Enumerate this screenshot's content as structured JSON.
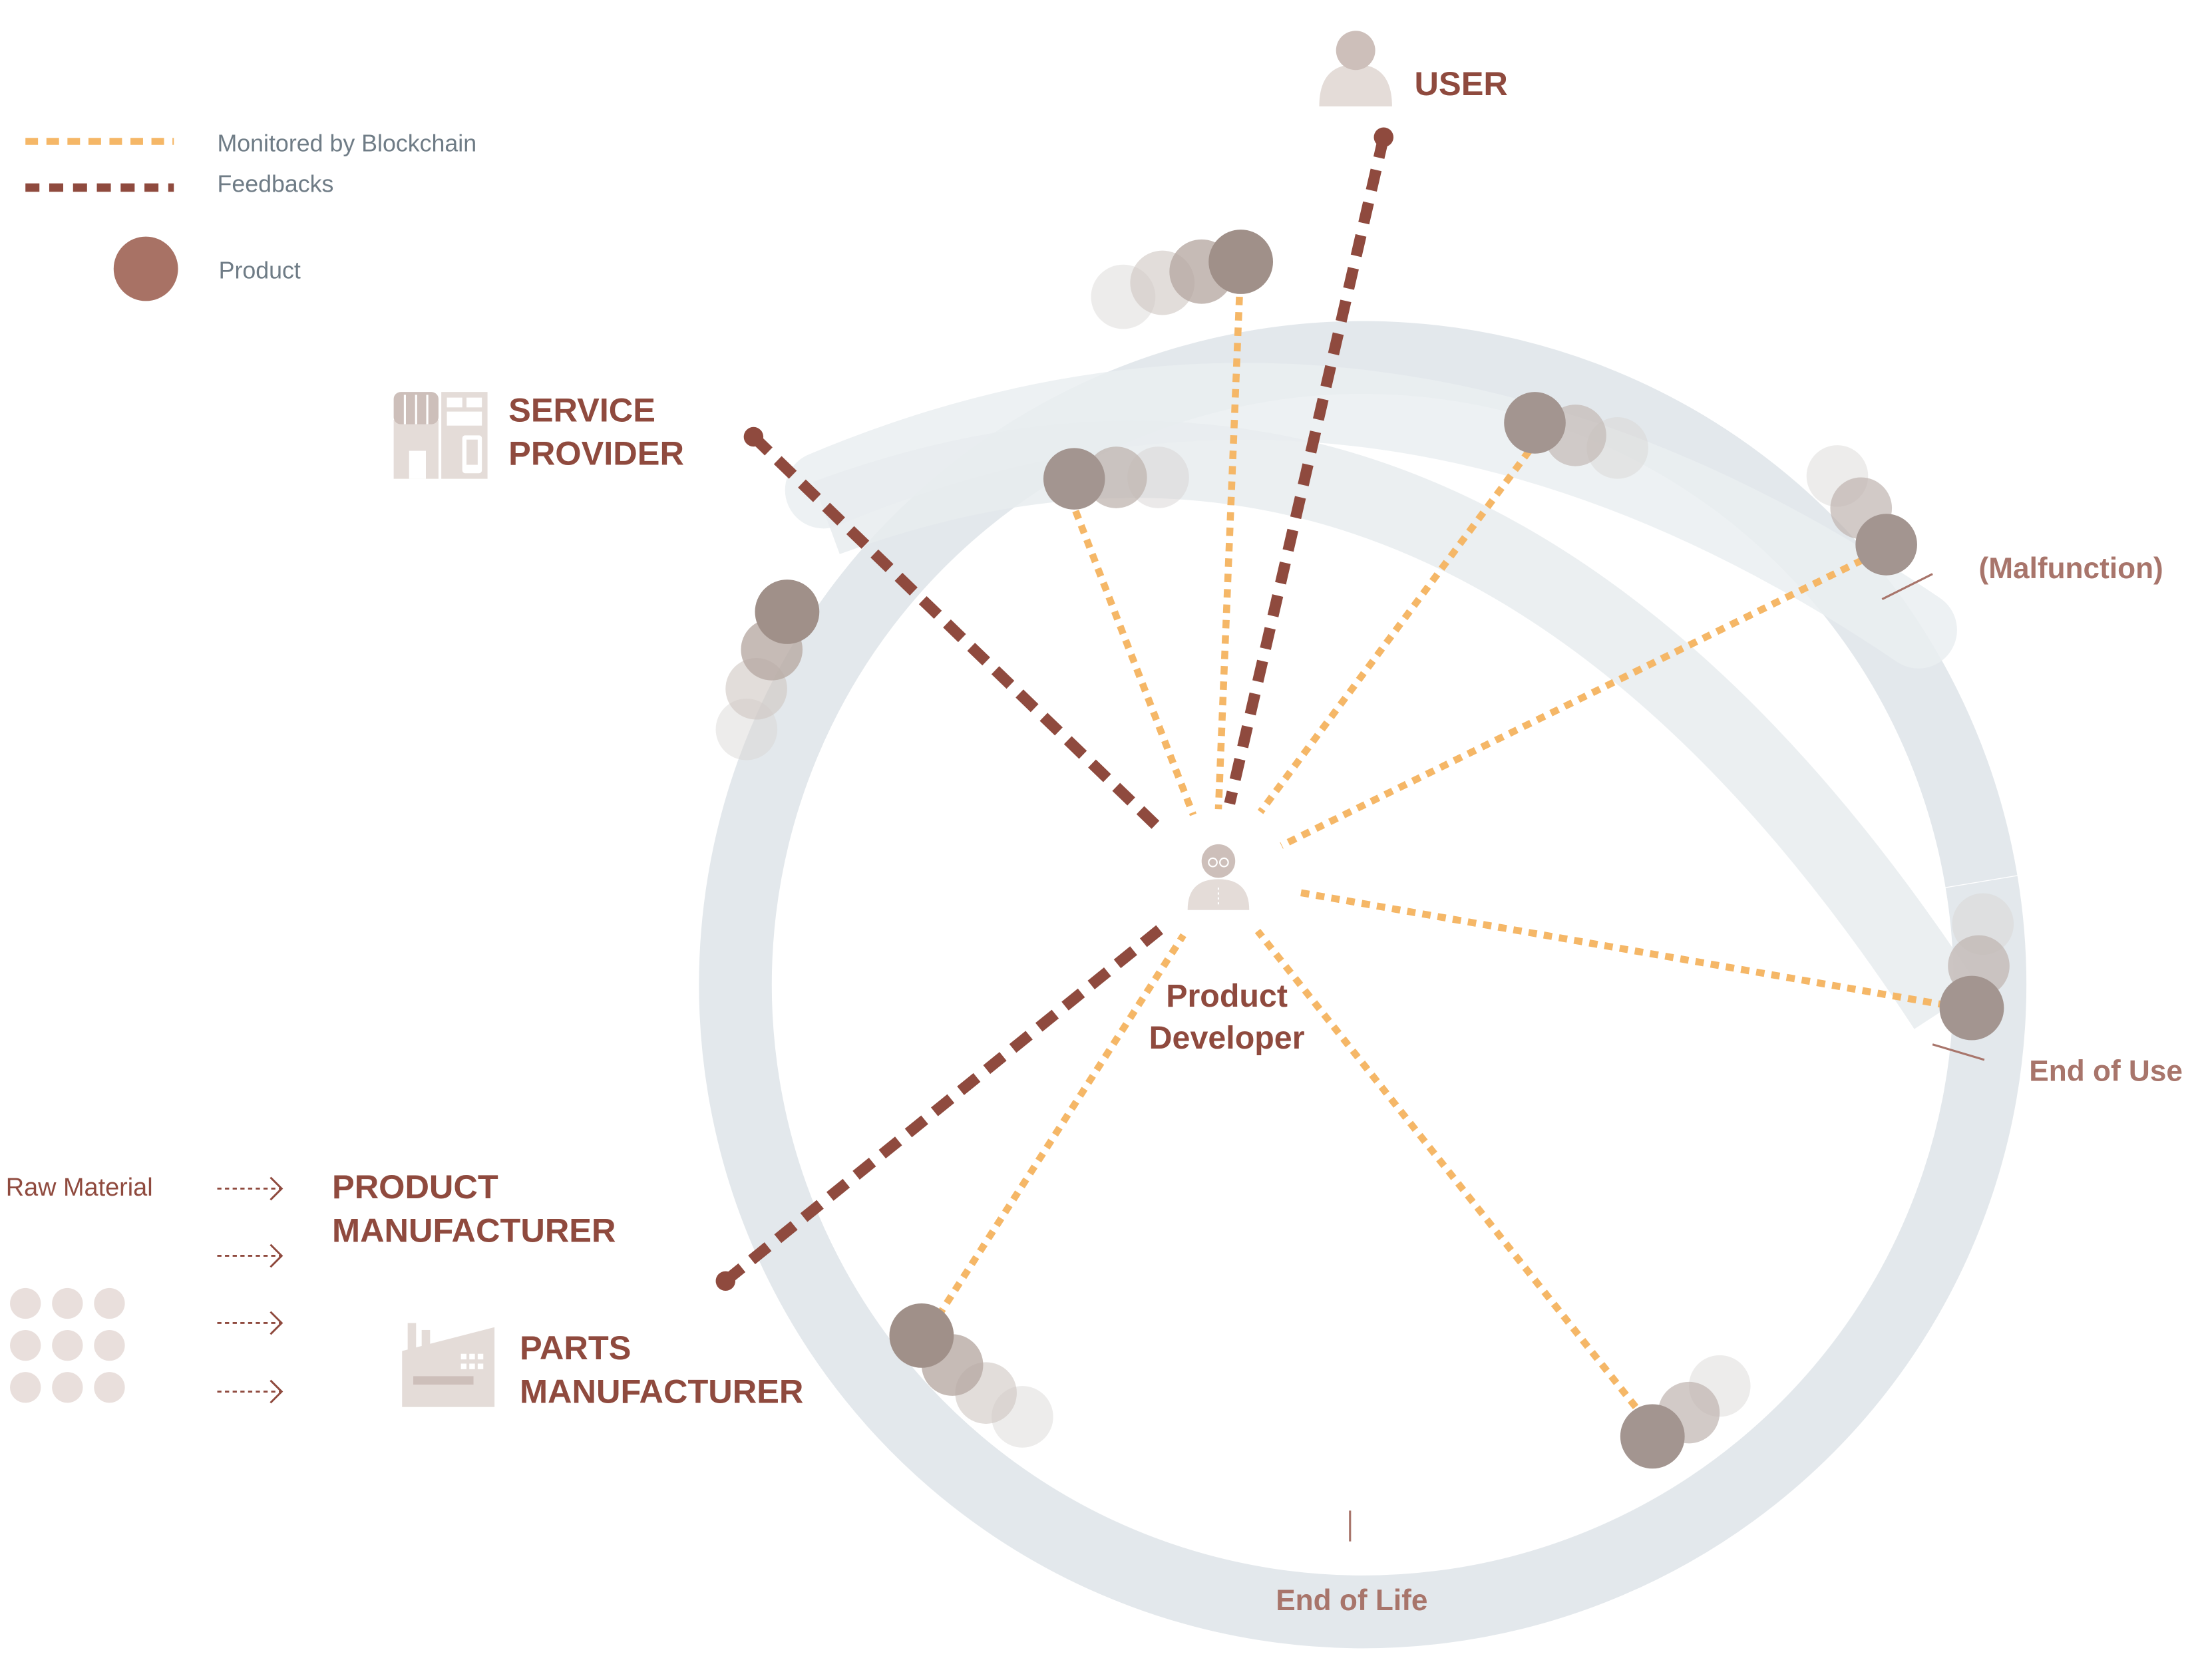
{
  "legend": {
    "blockchain_label": "Monitored by Blockchain",
    "feedback_label": "Feedbacks",
    "product_label": "Product"
  },
  "actors": {
    "user": "USER",
    "service_provider_line1": "SERVICE",
    "service_provider_line2": "PROVIDER",
    "product_manufacturer_line1": "PRODUCT",
    "product_manufacturer_line2": "MANUFACTURER",
    "parts_manufacturer_line1": "PARTS",
    "parts_manufacturer_line2": "MANUFACTURER",
    "product_developer_line1": "Product",
    "product_developer_line2": "Developer"
  },
  "stages": {
    "malfunction": "(Malfunction)",
    "end_of_use": "End of Use",
    "end_of_life": "End of Life"
  },
  "inputs": {
    "raw_material": "Raw Material"
  },
  "colors": {
    "blockchain_line": "#f5b767",
    "feedback_line": "#8f4a3e",
    "product_dot": "#a87265",
    "cycle_ring": "#e3e8ec",
    "actor_icon": "#e4dcd8"
  },
  "icons": [
    "user-icon",
    "service-provider-icon",
    "factory-icon",
    "product-developer-icon",
    "raw-material-dots-icon",
    "dashed-arrow-icon"
  ]
}
